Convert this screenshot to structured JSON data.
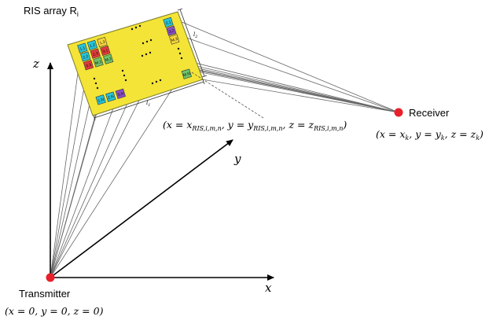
{
  "labels": {
    "ris_title": "RIS array R",
    "ris_subscript": "i",
    "receiver": "Receiver",
    "transmitter": "Transmitter",
    "axis_z": "z",
    "axis_y": "y",
    "axis_x": "x",
    "dim_width": "l",
    "dim_width_sub": "2",
    "dim_height": "l",
    "dim_height_sub": "1",
    "ris_element_coord": "(x = x_RIS,i,m,n , y = y_RIS,i,m,n , z = z_RIS,i,m,n)",
    "receiver_coord": "(x = x_k , y = y_k , z = z_k)",
    "transmitter_coord": "(x = 0, y = 0, z = 0)"
  },
  "ris_cells": [
    "1,1",
    "1,2",
    "1,3",
    "2,1",
    "2,2",
    "2,3",
    "3,1",
    "3,2",
    "3,3",
    "M,1",
    "M,2",
    "M,3",
    "1,N",
    "2,N",
    "3,N",
    "M,N"
  ],
  "colors": {
    "ris_panel": "#f3e437",
    "ris_border": "#7a7a2a",
    "node": "#e8202a",
    "ray": "#555555",
    "axis": "#000000",
    "cell_cyan": "#27c4d8",
    "cell_red": "#e23a3a",
    "cell_green": "#6fc36a",
    "cell_yellow": "#f7d63a",
    "cell_purple": "#8b4fc8"
  }
}
